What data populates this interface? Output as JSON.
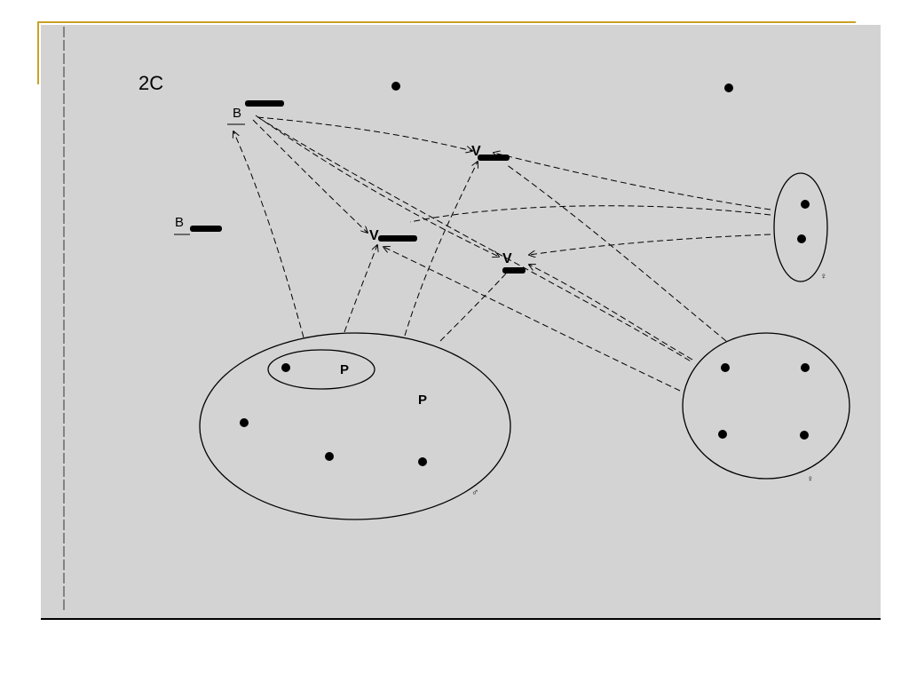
{
  "slide": {
    "title": "2C",
    "colors": {
      "background": "#ffffff",
      "panel": "#d3d3d3",
      "accent_frame": "#c9a227",
      "ink": "#000000"
    }
  },
  "nodes": {
    "b_top_label": "B",
    "b_left_label": "B",
    "v_top_label": "V",
    "v_mid_label": "V",
    "v_right_label": "V",
    "p_inner_label": "P",
    "p_outer_label": "P",
    "male_symbol": "♂",
    "female_symbol_small": "♀",
    "female_symbol_large": "♀"
  }
}
